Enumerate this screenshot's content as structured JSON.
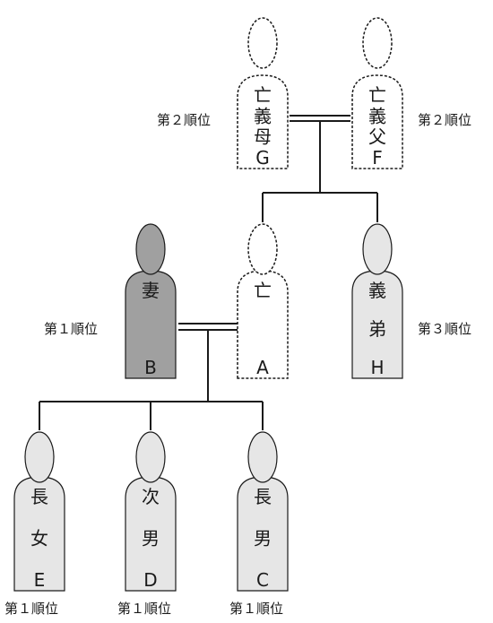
{
  "rank_labels": {
    "first": "第１順位",
    "second": "第２順位",
    "third": "第３順位"
  },
  "people": {
    "G": {
      "chars": [
        "亡",
        "義",
        "母",
        "G"
      ],
      "status": "deceased"
    },
    "F": {
      "chars": [
        "亡",
        "義",
        "父",
        "F"
      ],
      "status": "deceased"
    },
    "B": {
      "chars": [
        "妻",
        "B"
      ],
      "status": "spouse"
    },
    "A": {
      "chars": [
        "亡",
        "A"
      ],
      "status": "deceased"
    },
    "H": {
      "chars": [
        "義",
        "弟",
        "H"
      ],
      "status": "living"
    },
    "E": {
      "chars": [
        "長",
        "女",
        "E"
      ],
      "status": "living"
    },
    "D": {
      "chars": [
        "次",
        "男",
        "D"
      ],
      "status": "living"
    },
    "C": {
      "chars": [
        "長",
        "男",
        "C"
      ],
      "status": "living"
    }
  },
  "colors": {
    "line": "#1a1a1a",
    "living_fill": "#e6e6e6",
    "spouse_fill": "#a0a0a0",
    "deceased_fill": "#ffffff"
  }
}
